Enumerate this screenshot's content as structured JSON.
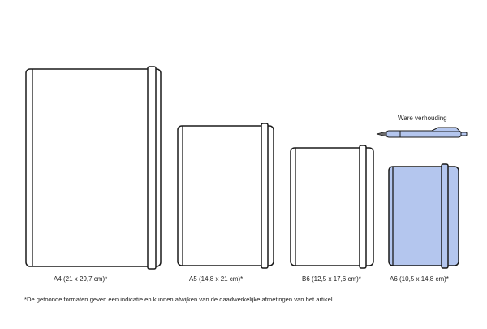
{
  "colors": {
    "outline": "#1a1a1a",
    "paper": "#ffffff",
    "highlight_fill": "#b4c6ee",
    "pen_body": "#b4c6ee",
    "pen_tip": "#6a6a6a"
  },
  "pen_label": "Ware verhouding",
  "pen_icon": "ballpoint-pen-icon",
  "notebooks": [
    {
      "id": "a4",
      "label": "A4 (21 x 29,7 cm)*",
      "highlighted": false
    },
    {
      "id": "a5",
      "label": "A5 (14,8 x 21 cm)*",
      "highlighted": false
    },
    {
      "id": "b6",
      "label": "B6 (12,5 x 17,6 cm)*",
      "highlighted": false
    },
    {
      "id": "a6",
      "label": "A6 (10,5 x 14,8 cm)*",
      "highlighted": true
    }
  ],
  "disclaimer": "*De getoonde formaten geven een indicatie en kunnen afwijken van de daadwerkelijke afmetingen van het artikel."
}
